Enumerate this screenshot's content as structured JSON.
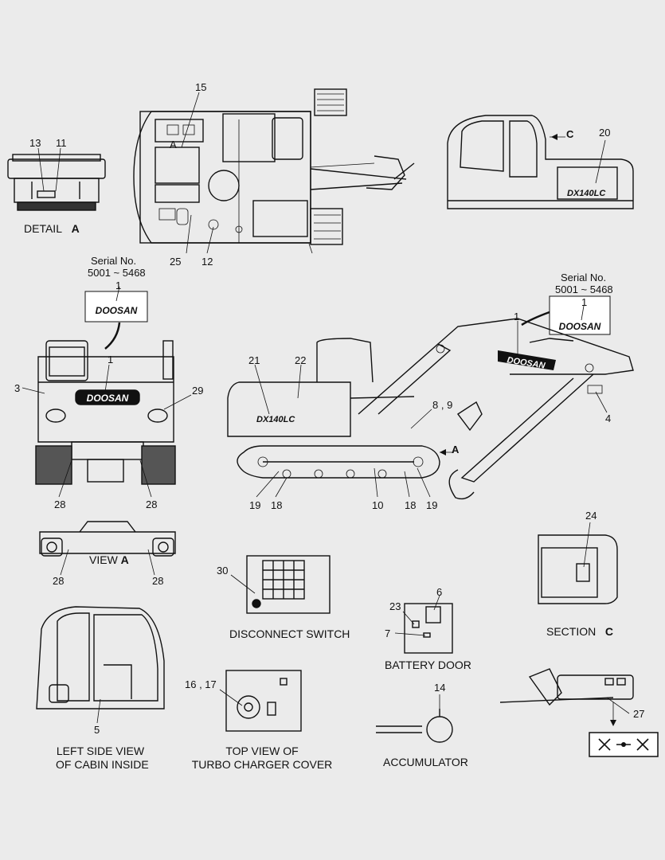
{
  "callouts": {
    "n1_rear": "1",
    "n1_boom": "1",
    "n1_serial_left": "1",
    "n1_serial_right": "1",
    "n3": "3",
    "n4": "4",
    "n5": "5",
    "n6": "6",
    "n7": "7",
    "n89": "8 , 9",
    "n10": "10",
    "n11": "11",
    "n12": "12",
    "n13": "13",
    "n14": "14",
    "n15": "15",
    "n1617": "16 , 17",
    "n18a": "18",
    "n18b": "18",
    "n19a": "19",
    "n19b": "19",
    "n20": "20",
    "n21": "21",
    "n22": "22",
    "n23": "23",
    "n24": "24",
    "n25": "25",
    "n27": "27",
    "n28a": "28",
    "n28b": "28",
    "n28c": "28",
    "n28d": "28",
    "n29": "29",
    "n30": "30",
    "marker_a_top": "A",
    "marker_a_side": "A",
    "marker_c": "C"
  },
  "serial_left": {
    "label": "Serial No.",
    "range": "5001 ~ 5468"
  },
  "serial_right": {
    "label": "Serial No.",
    "range": "5001 ~ 5468"
  },
  "decals": {
    "brand": "DOOSAN",
    "model": "DX140LC"
  },
  "captions": {
    "detail_a": "DETAIL",
    "detail_a_letter": "A",
    "view_a": "VIEW",
    "view_a_letter": "A",
    "section_c": "SECTION",
    "section_c_letter": "C",
    "disconnect_switch": "DISCONNECT SWITCH",
    "battery_door": "BATTERY DOOR",
    "left_side_line1": "LEFT SIDE VIEW",
    "left_side_line2": "OF CABIN INSIDE",
    "turbo_line1": "TOP VIEW OF",
    "turbo_line2": "TURBO CHARGER COVER",
    "accumulator": "ACCUMULATOR"
  }
}
